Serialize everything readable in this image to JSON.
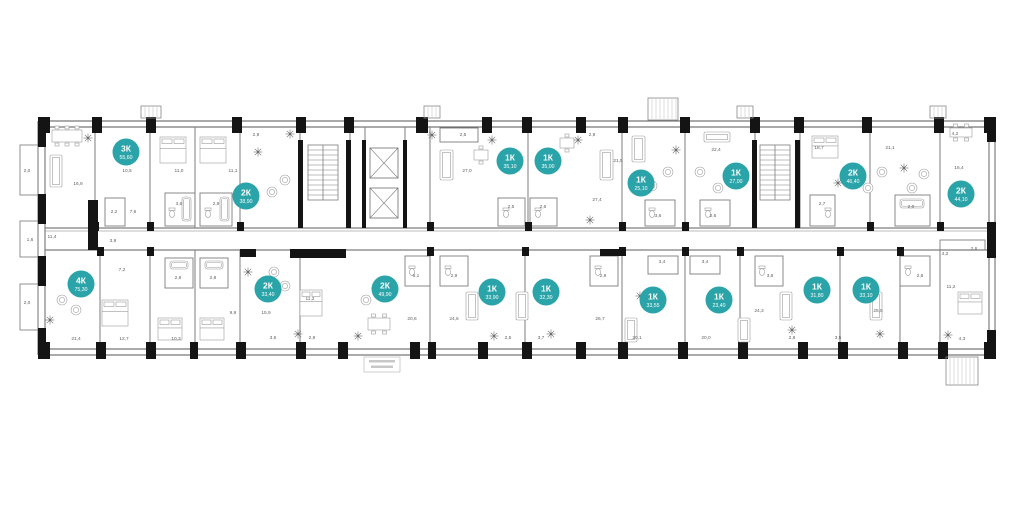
{
  "plan": {
    "apartments": [
      {
        "type": "3К",
        "area": "55,60"
      },
      {
        "type": "2К",
        "area": "38,90"
      },
      {
        "type": "1К",
        "area": "35,10"
      },
      {
        "type": "1К",
        "area": "35,00"
      },
      {
        "type": "1К",
        "area": "25,10"
      },
      {
        "type": "1К",
        "area": "27,00"
      },
      {
        "type": "2К",
        "area": "46,40"
      },
      {
        "type": "2К",
        "area": "44,10"
      },
      {
        "type": "4К",
        "area": "75,30"
      },
      {
        "type": "2К",
        "area": "33,40"
      },
      {
        "type": "2К",
        "area": "49,90"
      },
      {
        "type": "1К",
        "area": "33,90"
      },
      {
        "type": "1К",
        "area": "32,30"
      },
      {
        "type": "1К",
        "area": "33,55"
      },
      {
        "type": "1К",
        "area": "23,40"
      },
      {
        "type": "1К",
        "area": "31,80"
      },
      {
        "type": "1К",
        "area": "33,10"
      }
    ],
    "room_areas": [
      "2,0",
      "16,9",
      "10,5",
      "11,0",
      "11,1",
      "2,9",
      "3,6",
      "2,9",
      "2,2",
      "7,6",
      "2,5",
      "27,0",
      "2,5",
      "2,6",
      "2,9",
      "27,4",
      "21,5",
      "3,6",
      "22,4",
      "2,6",
      "18,7",
      "2,7",
      "21,1",
      "2,0",
      "4,2",
      "16,4",
      "1,6",
      "11,4",
      "3,9",
      "4,2",
      "2,6",
      "7,2",
      "2,8",
      "2,8",
      "2,0",
      "21,4",
      "12,7",
      "10,3",
      "9,9",
      "15,9",
      "11,2",
      "3,6",
      "2,9",
      "20,6",
      "6,1",
      "2,9",
      "24,6",
      "2,5",
      "3,7",
      "26,7",
      "2,9",
      "3,4",
      "3,4",
      "20,1",
      "20,0",
      "3,8",
      "24,3",
      "2,8",
      "3,5",
      "25,5",
      "2,8",
      "11,2",
      "4,3"
    ]
  },
  "icons": {
    "bed": "bed-icon",
    "sofa": "sofa-icon",
    "table": "dining-table-icon",
    "armchair": "armchair-icon",
    "plant": "plant-icon",
    "wc": "toilet-icon",
    "bath": "bathtub-icon",
    "stairs": "stairs-icon",
    "elevator": "elevator-icon",
    "window": "window-box-icon",
    "sign": "sign-plate-icon"
  },
  "colors": {
    "badge": "#2aa4a8",
    "badge_text": "#ffffff",
    "walls": "#141414",
    "lines": "#7d7d7d",
    "furniture": "#9c9c9c",
    "labels": "#5f5f5f"
  }
}
